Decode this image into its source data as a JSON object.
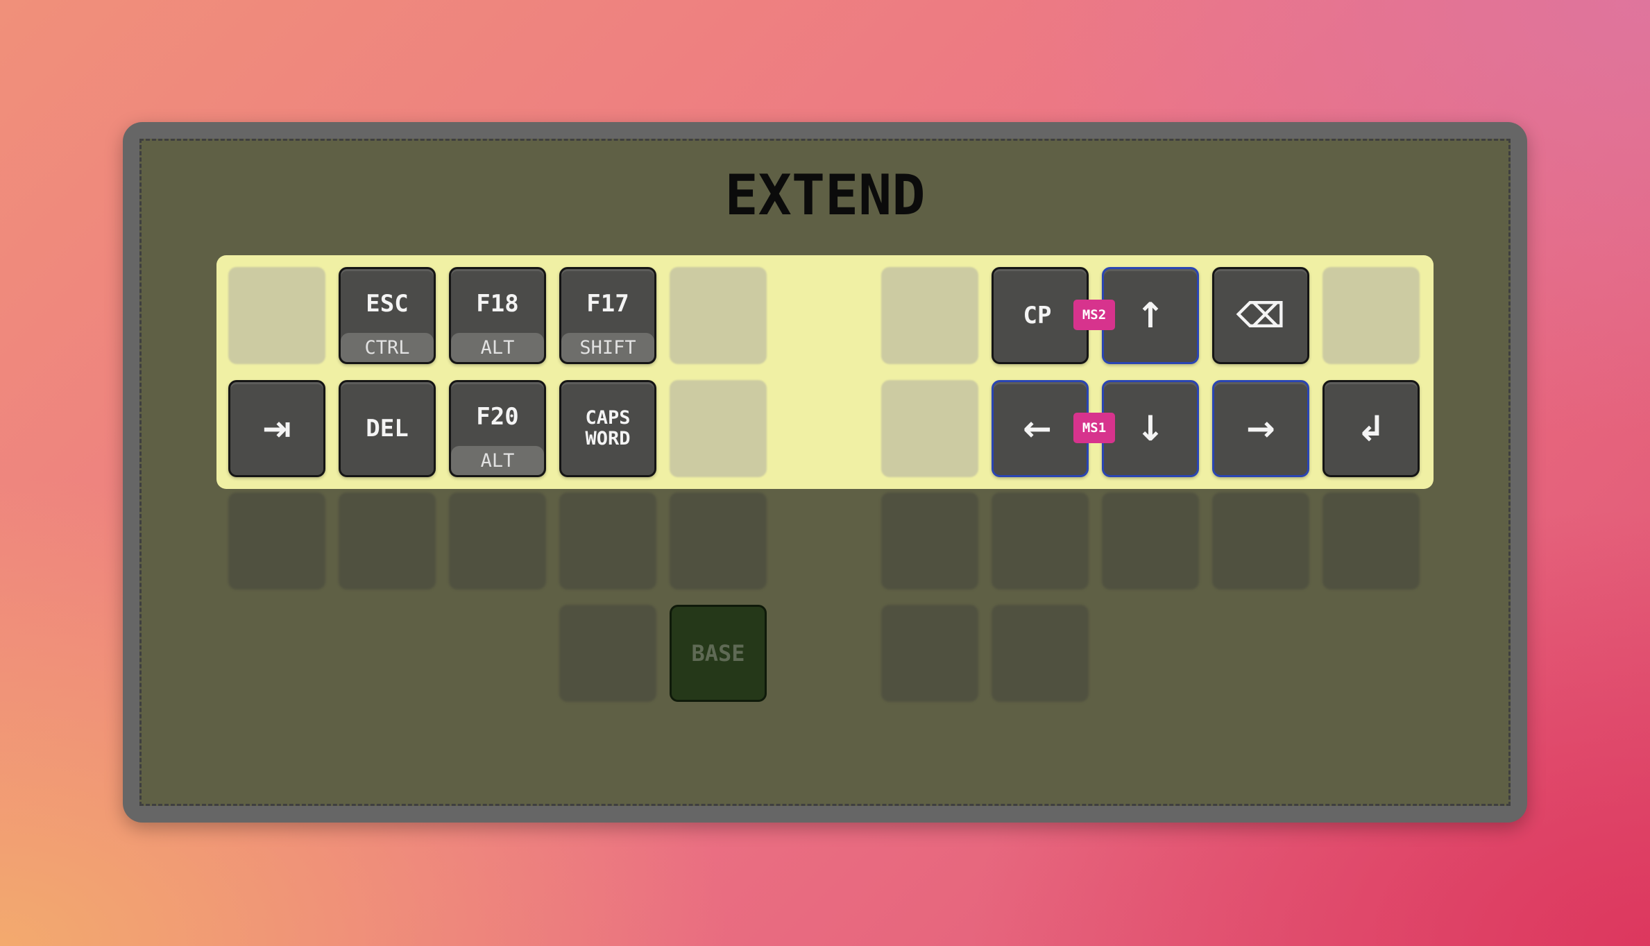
{
  "layer": {
    "title": "EXTEND"
  },
  "colors": {
    "board": "#666666",
    "board_inner": "#5f6045",
    "highlight": "#f0f0a4",
    "key": "#4b4b49",
    "combo": "#d7338d",
    "combo_border": "#2a45b3",
    "base_key": "#253819"
  },
  "rows": {
    "top": {
      "left": [
        {
          "state": "empty"
        },
        {
          "tap": "ESC",
          "hold": "CTRL"
        },
        {
          "tap": "F18",
          "hold": "ALT"
        },
        {
          "tap": "F17",
          "hold": "SHIFT"
        },
        {
          "state": "empty"
        }
      ],
      "right": [
        {
          "state": "empty"
        },
        {
          "tap": "CP"
        },
        {
          "tap": "↑",
          "icon": "arrow-up-icon"
        },
        {
          "tap": "⌫",
          "icon": "backspace-icon"
        },
        {
          "state": "empty"
        }
      ]
    },
    "home": {
      "left": [
        {
          "tap": "⇥",
          "icon": "tab-icon"
        },
        {
          "tap": "DEL"
        },
        {
          "tap": "F20",
          "hold": "ALT"
        },
        {
          "tap": "CAPS WORD",
          "lines": [
            "CAPS",
            "WORD"
          ]
        },
        {
          "state": "empty"
        }
      ],
      "right": [
        {
          "state": "empty"
        },
        {
          "tap": "←",
          "icon": "arrow-left-icon"
        },
        {
          "tap": "↓",
          "icon": "arrow-down-icon"
        },
        {
          "tap": "→",
          "icon": "arrow-right-icon"
        },
        {
          "tap": "↲",
          "icon": "enter-icon"
        }
      ]
    },
    "thumbs": {
      "held_key": "BASE"
    }
  },
  "combos": [
    {
      "label": "MS2",
      "keys": [
        "CP",
        "↑"
      ]
    },
    {
      "label": "MS1",
      "keys": [
        "←",
        "↓"
      ]
    }
  ]
}
